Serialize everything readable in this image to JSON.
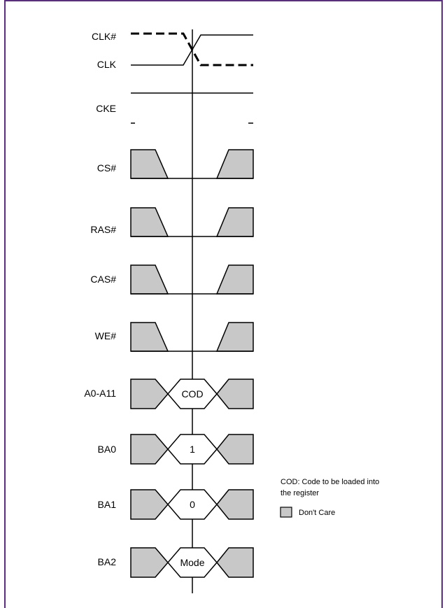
{
  "title_fragment": "...gram",
  "signals": {
    "clk_n": "CLK#",
    "clk": "CLK",
    "cke": "CKE",
    "cs_n": "CS#",
    "ras_n": "RAS#",
    "cas_n": "CAS#",
    "we_n": "WE#",
    "a0_a11": "A0-A11",
    "ba0": "BA0",
    "ba1": "BA1",
    "ba2": "BA2"
  },
  "values": {
    "a0_a11": "COD",
    "ba0": "1",
    "ba1": "0",
    "ba2": "Mode"
  },
  "legend": {
    "cod_note_line1": "COD: Code to be loaded into",
    "cod_note_line2": "the register",
    "dont_care": "Don't Care",
    "dont_care_color": "#c8c8c8"
  }
}
